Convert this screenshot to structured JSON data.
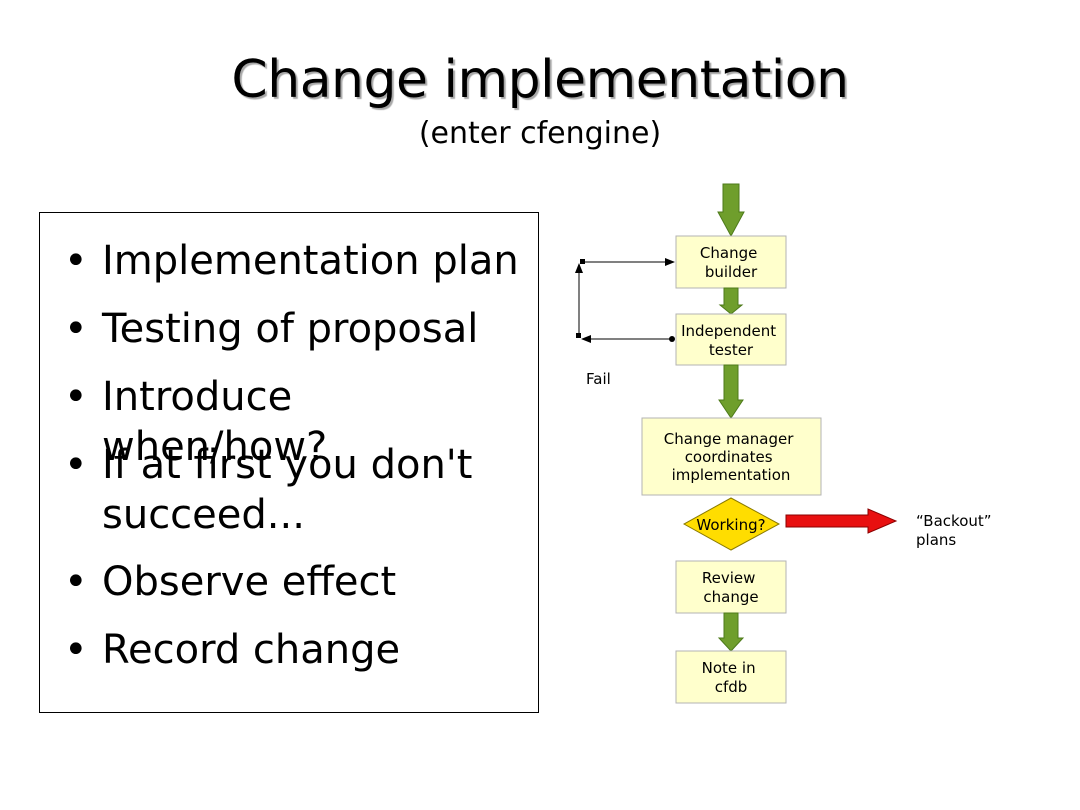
{
  "slide": {
    "title": "Change implementation",
    "subtitle": "(enter cfengine)"
  },
  "bullets": [
    {
      "text": "Implementation plan"
    },
    {
      "text": "Testing of proposal"
    },
    {
      "text": "Introduce when/how?"
    },
    {
      "text": "If at first you don't succeed..."
    },
    {
      "text": "Observe effect"
    },
    {
      "text": "Record change"
    }
  ],
  "bullet_symbol": "•",
  "flow": {
    "change_builder": [
      "Change",
      "builder"
    ],
    "independent_tester": [
      "Independent",
      "tester"
    ],
    "fail_label": "Fail",
    "change_manager": [
      "Change manager",
      "coordinates",
      "implementation"
    ],
    "decision": "Working?",
    "review_change": [
      "Review",
      "change"
    ],
    "note_in_cfdb": [
      "Note in",
      "cfdb"
    ],
    "backout_plans": [
      "“Backout”",
      "plans"
    ]
  },
  "colors": {
    "box_fill": "#ffffcc",
    "box_border": "#b3b3b3",
    "green_arrow": "#6f9e2c",
    "green_arrow_dark": "#4d7a1a",
    "red_arrow": "#e81010",
    "decision_fill": "#ffdd00"
  }
}
